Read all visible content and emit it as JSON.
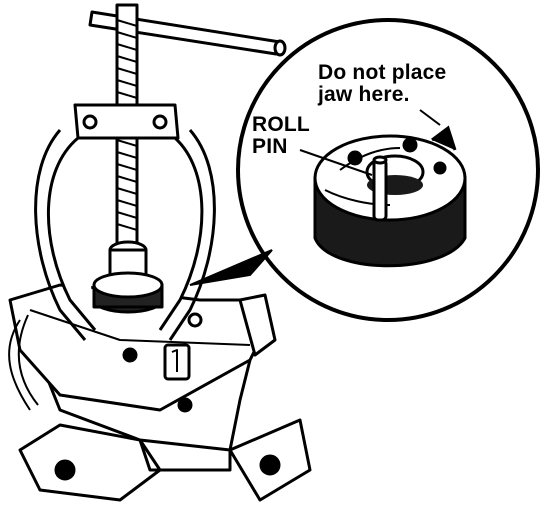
{
  "callouts": {
    "jaw_warning": [
      "Do not place",
      "jaw here."
    ],
    "roll_pin": [
      "ROLL",
      "PIN"
    ]
  },
  "colors": {
    "ink": "#000000",
    "paper": "#ffffff",
    "shade": "#1a1a1a"
  }
}
